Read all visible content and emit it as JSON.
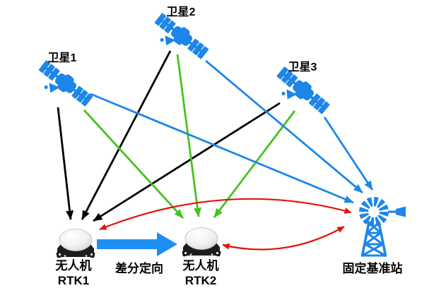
{
  "diagram": {
    "satellites": [
      {
        "id": "satellite-1",
        "label": "卫星1"
      },
      {
        "id": "satellite-2",
        "label": "卫星2"
      },
      {
        "id": "satellite-3",
        "label": "卫星3"
      }
    ],
    "drones": [
      {
        "id": "drone-rtk1",
        "name": "无人机",
        "model": "RTK1"
      },
      {
        "id": "drone-rtk2",
        "name": "无人机",
        "model": "RTK2"
      }
    ],
    "base_station": {
      "label": "固定基准站"
    },
    "diff_arrow_label": "差分定向",
    "colors": {
      "to_rtk1": "#000000",
      "to_rtk2": "#46c220",
      "to_base": "#1d86e8",
      "correction": "#e3120b",
      "diff_arrow": "#1e8ff2",
      "icon_blue": "#1d86e8",
      "text": "#000000"
    },
    "edges": [
      {
        "name": "satellite1-to-rtk1-signal",
        "from": "satellite-1",
        "to": "drone-rtk1",
        "kind": "line",
        "color": "to_rtk1",
        "marker": "black",
        "points": [
          82,
          152,
          100,
          311
        ]
      },
      {
        "name": "satellite2-to-rtk1-signal",
        "from": "satellite-2",
        "to": "drone-rtk1",
        "kind": "line",
        "color": "to_rtk1",
        "marker": "black",
        "points": [
          241,
          72,
          116,
          311
        ]
      },
      {
        "name": "satellite3-to-rtk1-signal",
        "from": "satellite-3",
        "to": "drone-rtk1",
        "kind": "line",
        "color": "to_rtk1",
        "marker": "black",
        "points": [
          396,
          146,
          132,
          313
        ]
      },
      {
        "name": "satellite1-to-rtk2-signal",
        "from": "satellite-1",
        "to": "drone-rtk2",
        "kind": "line",
        "color": "to_rtk2",
        "marker": "green",
        "points": [
          119,
          156,
          259,
          309
        ]
      },
      {
        "name": "satellite2-to-rtk2-signal",
        "from": "satellite-2",
        "to": "drone-rtk2",
        "kind": "line",
        "color": "to_rtk2",
        "marker": "green",
        "points": [
          251,
          77,
          281,
          307
        ]
      },
      {
        "name": "satellite3-to-rtk2-signal",
        "from": "satellite-3",
        "to": "drone-rtk2",
        "kind": "line",
        "color": "to_rtk2",
        "marker": "green",
        "points": [
          417,
          157,
          303,
          308
        ]
      },
      {
        "name": "satellite1-to-base-signal",
        "from": "satellite-1",
        "to": "base-station",
        "kind": "line",
        "color": "to_base",
        "marker": "blue",
        "points": [
          128,
          133,
          500,
          287
        ]
      },
      {
        "name": "satellite2-to-base-signal",
        "from": "satellite-2",
        "to": "base-station",
        "kind": "line",
        "color": "to_base",
        "marker": "blue",
        "points": [
          291,
          86,
          513,
          273
        ]
      },
      {
        "name": "satellite3-to-base-signal",
        "from": "satellite-3",
        "to": "base-station",
        "kind": "line",
        "color": "to_base",
        "marker": "blue",
        "points": [
          459,
          166,
          527,
          269
        ]
      },
      {
        "name": "rtk1-base-correction-link",
        "from": "drone-rtk1",
        "to": "base-station",
        "kind": "curve",
        "color": "correction",
        "marker": "red",
        "bidirectional": true,
        "points": [
          141,
          325,
          320,
          253,
          497,
          301
        ]
      },
      {
        "name": "rtk2-base-correction-link",
        "from": "drone-rtk2",
        "to": "base-station",
        "kind": "curve",
        "color": "correction",
        "marker": "red",
        "bidirectional": true,
        "points": [
          315,
          347,
          404,
          368,
          487,
          321
        ]
      }
    ]
  }
}
